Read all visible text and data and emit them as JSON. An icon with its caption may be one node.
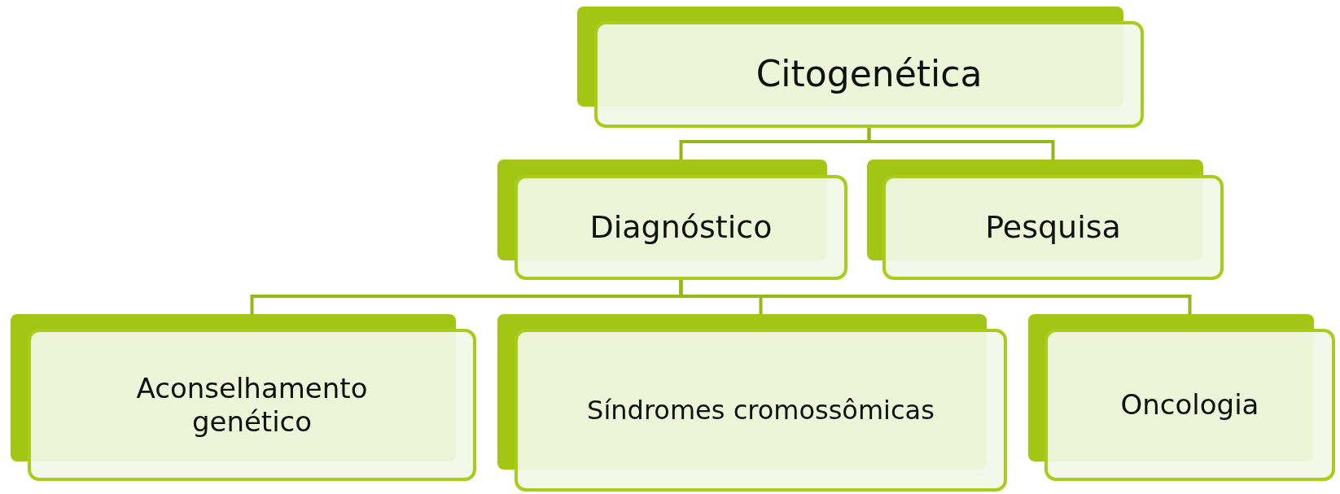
{
  "diagram": {
    "nodes": [
      {
        "text": [
          "Citogenética"
        ]
      },
      {
        "text": [
          "Diagnóstico"
        ]
      },
      {
        "text": [
          "Pesquisa"
        ]
      },
      {
        "text": [
          "Aconselhamento genético"
        ]
      },
      {
        "text": [
          "Síndromes cromossômicas"
        ]
      },
      {
        "text": [
          "Oncologia"
        ]
      }
    ],
    "edges": [
      {
        "from": 0,
        "to": 1,
        "arrow": "none"
      },
      {
        "from": 0,
        "to": 2,
        "arrow": "none"
      },
      {
        "from": 1,
        "to": 3,
        "arrow": "none"
      },
      {
        "from": 1,
        "to": 4,
        "arrow": "none"
      },
      {
        "from": 1,
        "to": 5,
        "arrow": "none"
      }
    ]
  }
}
